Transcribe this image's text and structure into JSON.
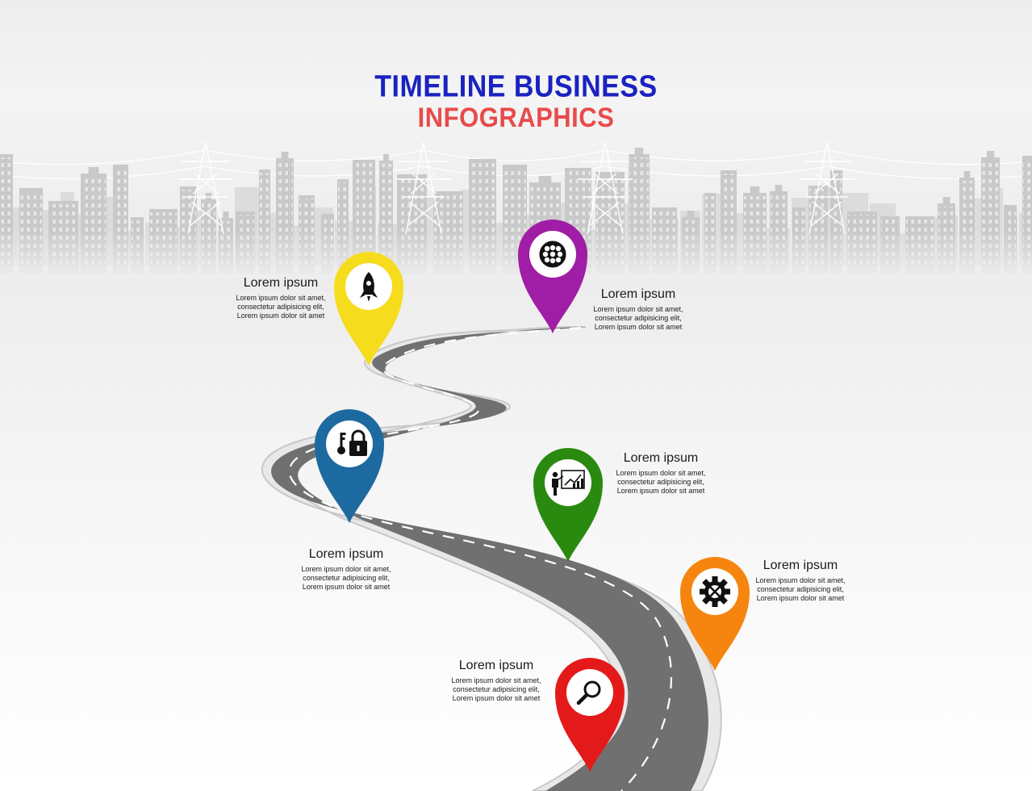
{
  "title": {
    "line1": "TIMELINE BUSINESS",
    "line2": "INFOGRAPHICS",
    "line1_color": "#1a22c0",
    "line2_color": "#e84b4b"
  },
  "road_color": "#707070",
  "skyline_color": "#c9c9c9",
  "milestones": [
    {
      "id": "yellow",
      "color": "#f5dd1e",
      "icon": "rocket-icon",
      "heading": "Lorem ipsum",
      "body": "Lorem ipsum dolor sit amet, consectetur adipisicing elit, Lorem ipsum dolor sit amet"
    },
    {
      "id": "purple",
      "color": "#a01da6",
      "icon": "globe-icon",
      "heading": "Lorem ipsum",
      "body": "Lorem ipsum dolor sit amet, consectetur adipisicing elit, Lorem ipsum dolor sit amet"
    },
    {
      "id": "blue",
      "color": "#1d6aa0",
      "icon": "key-lock-icon",
      "heading": "Lorem ipsum",
      "body": "Lorem ipsum dolor sit amet, consectetur adipisicing elit, Lorem ipsum dolor sit amet"
    },
    {
      "id": "green",
      "color": "#2a8a10",
      "icon": "presentation-icon",
      "heading": "Lorem ipsum",
      "body": "Lorem ipsum dolor sit amet, consectetur adipisicing elit, Lorem ipsum dolor sit amet"
    },
    {
      "id": "orange",
      "color": "#f5850f",
      "icon": "gear-wrench-icon",
      "heading": "Lorem ipsum",
      "body": "Lorem ipsum dolor sit amet, consectetur adipisicing elit, Lorem ipsum dolor sit amet"
    },
    {
      "id": "red",
      "color": "#e41a1a",
      "icon": "magnifier-icon",
      "heading": "Lorem ipsum",
      "body": "Lorem ipsum dolor sit amet, consectetur adipisicing elit, Lorem ipsum dolor sit amet"
    }
  ]
}
